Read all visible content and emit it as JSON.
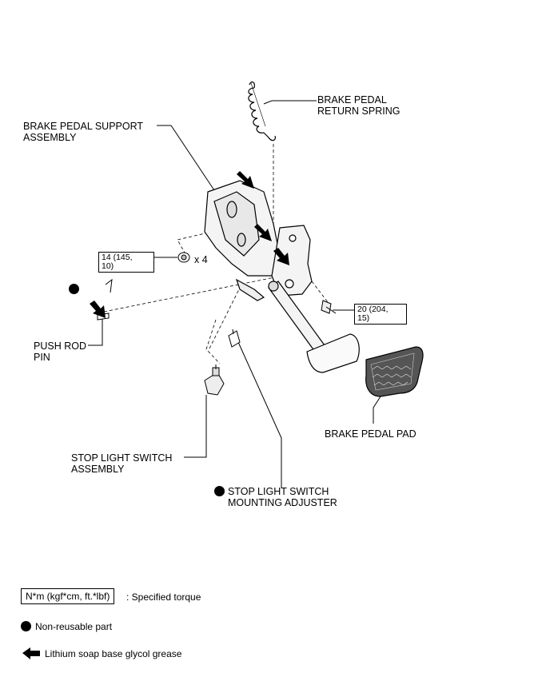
{
  "labels": {
    "return_spring": "BRAKE PEDAL\nRETURN SPRING",
    "support_assembly": "BRAKE PEDAL SUPPORT\nASSEMBLY",
    "push_rod_pin": "PUSH ROD\nPIN",
    "stop_light_switch": "STOP LIGHT SWITCH\nASSEMBLY",
    "mounting_adjuster": "STOP LIGHT SWITCH\nMOUNTING ADJUSTER",
    "pedal_pad": "BRAKE PEDAL PAD",
    "qty_x4": "x 4"
  },
  "torques": {
    "support_nut": "14 (145,\n10)",
    "bolt": "20 (204,\n15)"
  },
  "legend": {
    "torque_box": "N*m (kgf*cm, ft.*lbf)",
    "torque_desc": ": Specified torque",
    "nonreusable": "Non-reusable part",
    "grease": "Lithium soap base glycol grease"
  }
}
